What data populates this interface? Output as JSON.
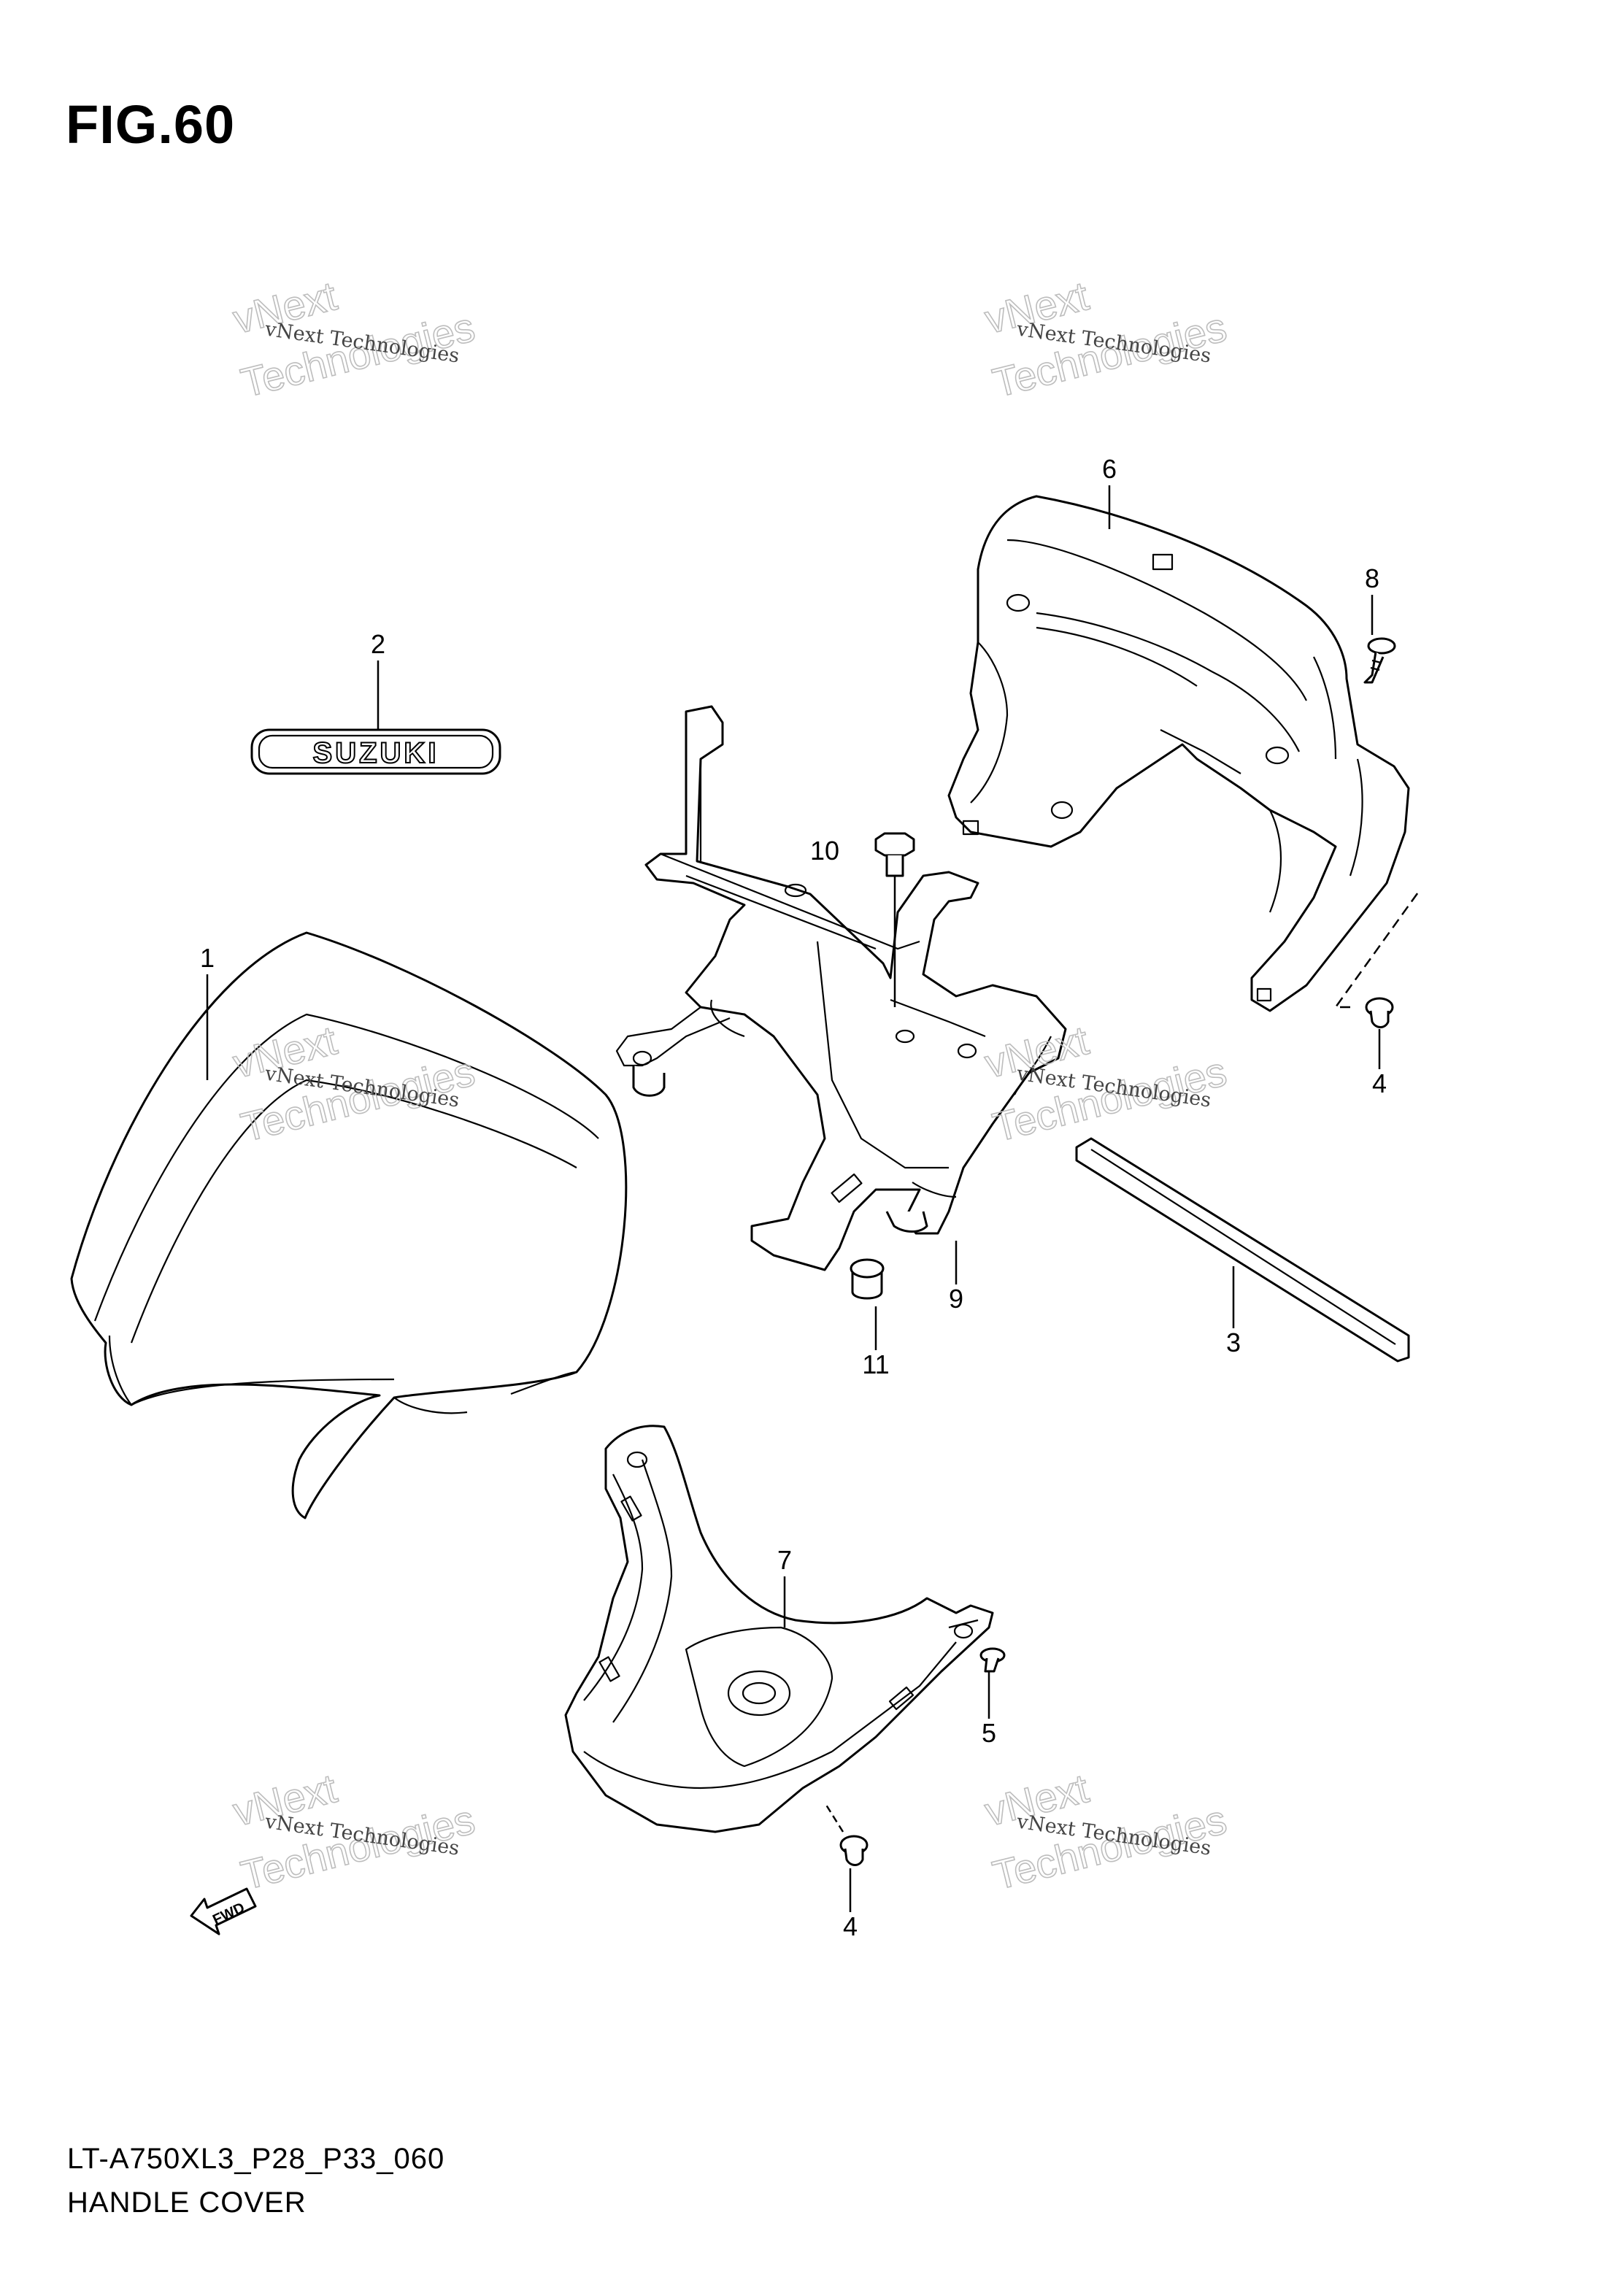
{
  "figure": {
    "title": "FIG.60",
    "model_code": "LT-A750XL3_P28_P33_060",
    "section_name": "HANDLE COVER"
  },
  "logo_text": "SUZUKI",
  "fwd_arrow_text": "FWD",
  "watermark": {
    "line1": "vNext Technologies",
    "line2a": "vNext",
    "line2b": "Technologies"
  },
  "callouts": {
    "c1": "1",
    "c2": "2",
    "c3": "3",
    "c4a": "4",
    "c4b": "4",
    "c5": "5",
    "c6": "6",
    "c7": "7",
    "c8": "8",
    "c9": "9",
    "c10": "10",
    "c11": "11"
  }
}
